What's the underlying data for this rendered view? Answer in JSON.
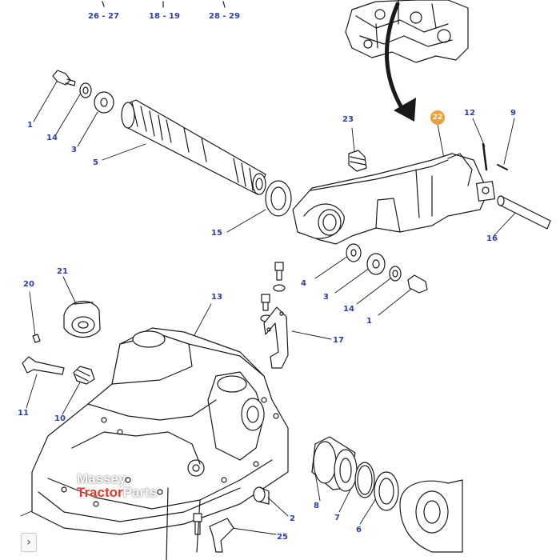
{
  "callouts": {
    "c_26_27": "26 - 27",
    "c_18_19": "18 - 19",
    "c_28_29": "28 - 29",
    "c_1a": "1",
    "c_14a": "14",
    "c_3a": "3",
    "c_5": "5",
    "c_23": "23",
    "c_22": "22",
    "c_12": "12",
    "c_9": "9",
    "c_15": "15",
    "c_16": "16",
    "c_4": "4",
    "c_3b": "3",
    "c_14b": "14",
    "c_1b": "1",
    "c_20": "20",
    "c_21": "21",
    "c_13": "13",
    "c_17": "17",
    "c_11": "11",
    "c_10": "10",
    "c_8": "8",
    "c_7": "7",
    "c_6": "6",
    "c_2": "2",
    "c_25": "25"
  },
  "watermark": {
    "line1": "Massey",
    "line2_red": "Tractor",
    "line2_white": "Parts"
  },
  "nav": {
    "next_glyph": "›"
  },
  "colors": {
    "callout": "#2b3fa8",
    "highlight": "#e9a23b",
    "line": "#1a1a1a"
  }
}
